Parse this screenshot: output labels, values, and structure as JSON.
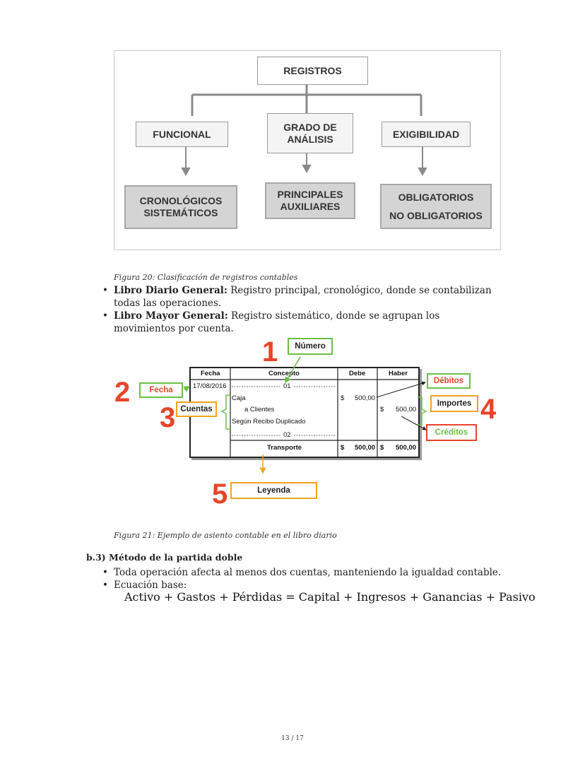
{
  "figure20": {
    "root": "REGISTROS",
    "categories": [
      "FUNCIONAL",
      "GRADO DE ANÁLISIS",
      "EXIGIBILIDAD"
    ],
    "children": [
      "CRONOLÓGICOS SISTEMÁTICOS",
      "PRINCIPALES AUXILIARES",
      "OBLIGATORIOS",
      "NO OBLIGATORIOS"
    ],
    "caption": "Figura 20: Clasificación de registros contables"
  },
  "bullets1": [
    {
      "term": "Libro Diario General:",
      "text": " Registro principal, cronológico, donde se contabilizan todas las operaciones."
    },
    {
      "term": "Libro Mayor General:",
      "text": " Registro sistemático, donde se agrupan los movimientos por cuenta."
    }
  ],
  "figure21": {
    "numbers": [
      "1",
      "2",
      "3",
      "4",
      "5"
    ],
    "labels": {
      "numero": "Número",
      "fecha": "Fecha",
      "cuentas": "Cuentas",
      "debitos": "Débitos",
      "importes": "Importes",
      "creditos": "Créditos",
      "leyenda": "Leyenda"
    },
    "table": {
      "headers": [
        "Fecha",
        "Concepto",
        "Debe",
        "Haber"
      ],
      "date": "17/08/2016",
      "sep1": "01",
      "account1": "Caja",
      "account2": "a Clientes",
      "legend": "Según Recibo Duplicado",
      "sep2": "02",
      "transport": "Transporte",
      "currency": "$",
      "amount": "500,00"
    },
    "caption": "Figura 21: Ejemplo de asiento contable en el libro diario"
  },
  "section": {
    "heading": "b.3) Método de la partida doble",
    "bullets": [
      "Toda operación afecta al menos dos cuentas, manteniendo la igualdad contable.",
      "Ecuación base:"
    ],
    "equation": "Activo + Gastos + Pérdidas = Capital + Ingresos + Ganancias + Pasivo"
  },
  "page_number": "13 / 17",
  "colors": {
    "red": "#e5452a",
    "green": "#6bbf44",
    "orange": "#f0a31c"
  }
}
